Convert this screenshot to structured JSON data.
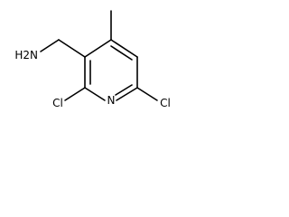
{
  "structure": {
    "atoms": {
      "amine": "H2N",
      "ring_nitrogen": "N",
      "chlorine_left": "Cl",
      "chlorine_right": "Cl"
    }
  }
}
